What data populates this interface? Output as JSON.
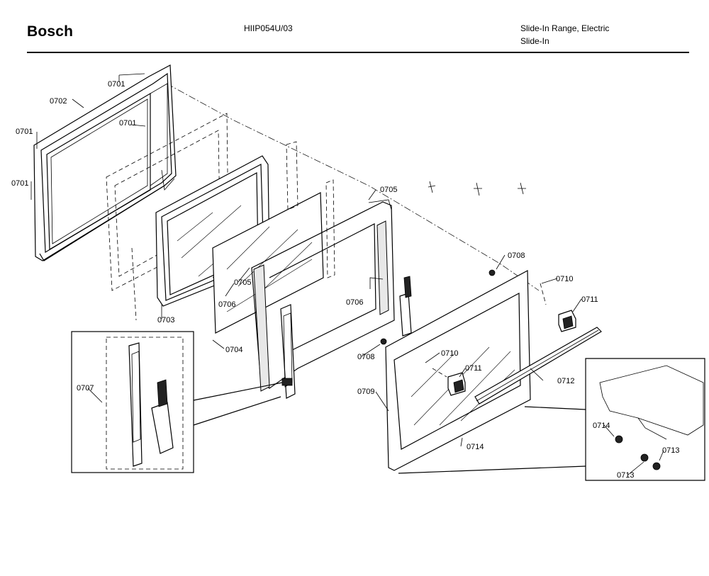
{
  "header": {
    "brand": "Bosch",
    "model": "HIIP054U/03",
    "product_type": "Slide-In Range, Electric",
    "product_subtype": "Slide-In"
  },
  "callouts": [
    {
      "id": "c-0701-a",
      "text": "0701"
    },
    {
      "id": "c-0702",
      "text": "0702"
    },
    {
      "id": "c-0701-b",
      "text": "0701"
    },
    {
      "id": "c-0701-c",
      "text": "0701"
    },
    {
      "id": "c-0701-d",
      "text": "0701"
    },
    {
      "id": "c-0703",
      "text": "0703"
    },
    {
      "id": "c-0704",
      "text": "0704"
    },
    {
      "id": "c-0705-a",
      "text": "0705"
    },
    {
      "id": "c-0705-b",
      "text": "0705"
    },
    {
      "id": "c-0706-a",
      "text": "0706"
    },
    {
      "id": "c-0706-b",
      "text": "0706"
    },
    {
      "id": "c-0707",
      "text": "0707"
    },
    {
      "id": "c-0708-a",
      "text": "0708"
    },
    {
      "id": "c-0708-b",
      "text": "0708"
    },
    {
      "id": "c-0709",
      "text": "0709"
    },
    {
      "id": "c-0710-a",
      "text": "0710"
    },
    {
      "id": "c-0710-b",
      "text": "0710"
    },
    {
      "id": "c-0711-a",
      "text": "0711"
    },
    {
      "id": "c-0711-b",
      "text": "0711"
    },
    {
      "id": "c-0712",
      "text": "0712"
    },
    {
      "id": "c-0713-a",
      "text": "0713"
    },
    {
      "id": "c-0713-b",
      "text": "0713"
    },
    {
      "id": "c-0714-a",
      "text": "0714"
    },
    {
      "id": "c-0714-b",
      "text": "0714"
    }
  ],
  "colors": {
    "ink": "#000000",
    "paper": "#ffffff"
  }
}
